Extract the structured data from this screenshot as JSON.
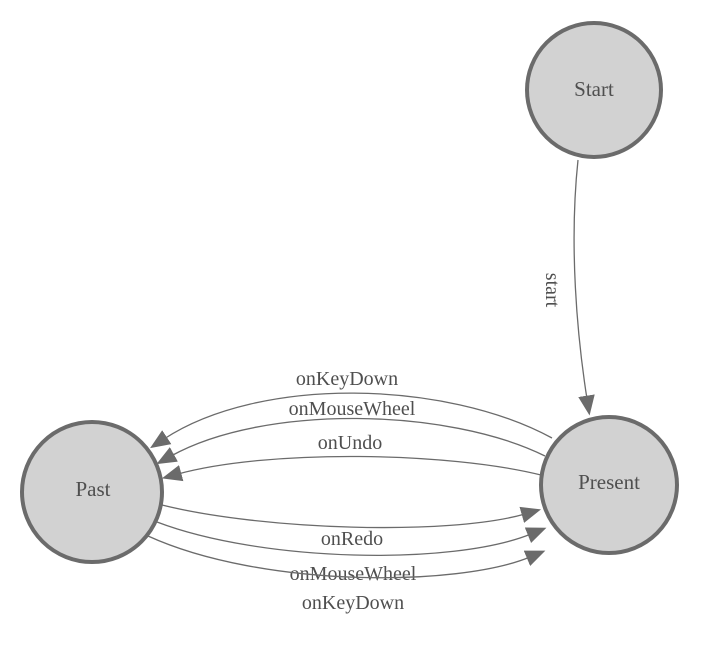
{
  "colors": {
    "background": "#ffffff",
    "node_fill": "#d2d2d2",
    "node_border": "#6b6b6b",
    "edge": "#6b6b6b",
    "text": "#4f4f4f"
  },
  "nodes": [
    {
      "id": "start",
      "label": "Start"
    },
    {
      "id": "present",
      "label": "Present"
    },
    {
      "id": "past",
      "label": "Past"
    }
  ],
  "edges": [
    {
      "id": "start-to-present",
      "from": "Start",
      "to": "Present",
      "label": "start"
    },
    {
      "id": "present-to-past-onkeydown",
      "from": "Present",
      "to": "Past",
      "label": "onKeyDown"
    },
    {
      "id": "present-to-past-onmousewheel",
      "from": "Present",
      "to": "Past",
      "label": "onMouseWheel"
    },
    {
      "id": "present-to-past-onundo",
      "from": "Present",
      "to": "Past",
      "label": "onUndo"
    },
    {
      "id": "past-to-present-onredo",
      "from": "Past",
      "to": "Present",
      "label": "onRedo"
    },
    {
      "id": "past-to-present-onmousewheel",
      "from": "Past",
      "to": "Present",
      "label": "onMouseWheel"
    },
    {
      "id": "past-to-present-onkeydown",
      "from": "Past",
      "to": "Present",
      "label": "onKeyDown"
    }
  ]
}
